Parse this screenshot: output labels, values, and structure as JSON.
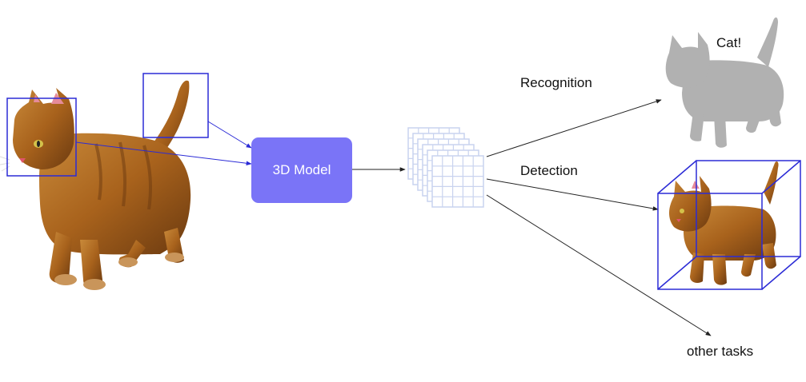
{
  "diagram": {
    "model_label": "3D Model",
    "recognition_label": "Recognition",
    "detection_label": "Detection",
    "other_tasks_label": "other tasks",
    "recognized_text": "Cat!"
  },
  "colors": {
    "model_box": "#7a74f7",
    "bbox": "#2b2bd6",
    "feature_grid": "#c9d3ef",
    "cat_orange": "#b46a1e",
    "cat_dark": "#6b3a10",
    "cat_gray": "#a6a6a6",
    "arrow": "#222222"
  }
}
